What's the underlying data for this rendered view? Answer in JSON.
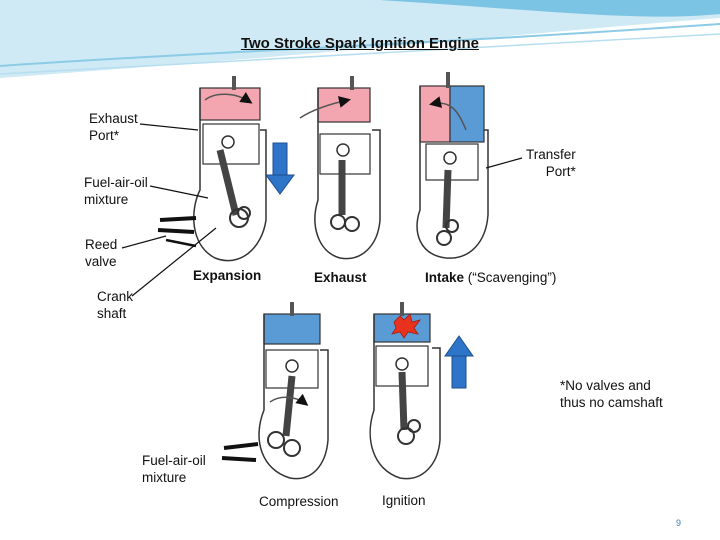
{
  "title": "Two Stroke Spark Ignition Engine",
  "labels": {
    "exhaust_port": [
      "Exhaust",
      "Port*"
    ],
    "transfer_port": [
      "Transfer",
      "Port*"
    ],
    "fuel_mixture_top": [
      "Fuel-air-oil",
      "mixture"
    ],
    "reed_valve": [
      "Reed",
      "valve"
    ],
    "crank_shaft": [
      "Crank",
      "shaft"
    ],
    "fuel_mixture_bottom": [
      "Fuel-air-oil",
      "mixture"
    ],
    "footnote": [
      "*No valves and",
      "thus no camshaft"
    ],
    "page_number": "9"
  },
  "stages": {
    "expansion": "Expansion",
    "exhaust": "Exhaust",
    "intake": "Intake",
    "intake_note": " (“Scavenging”)",
    "compression": "Compression",
    "ignition": "Ignition"
  },
  "colors": {
    "burned_gas": "#f4a6b0",
    "fresh_charge": "#5b9bd5",
    "arrow_blue": "#2e74c9",
    "spark": "#e8321e"
  }
}
